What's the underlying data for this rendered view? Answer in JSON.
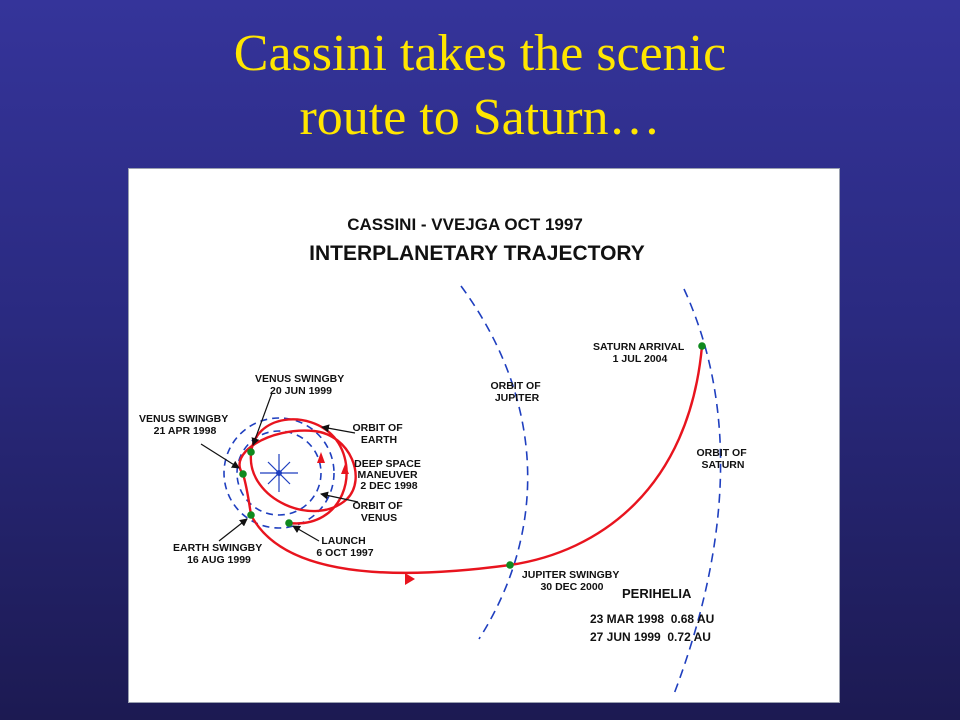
{
  "slide": {
    "title_line1": "Cassini takes the scenic",
    "title_line2": "route to Saturn…"
  },
  "diagram": {
    "heading1": "CASSINI - VVEJGA OCT 1997",
    "heading2": "INTERPLANETARY TRAJECTORY",
    "labels": {
      "saturn_arrival": [
        "SATURN ARRIVAL",
        "1 JUL 2004"
      ],
      "orbit_of_jupiter": [
        "ORBIT OF",
        "JUPITER"
      ],
      "orbit_of_saturn": [
        "ORBIT OF",
        "SATURN"
      ],
      "venus_swingby_2": [
        "VENUS SWINGBY",
        "20 JUN 1999"
      ],
      "venus_swingby_1": [
        "VENUS SWINGBY",
        "21 APR 1998"
      ],
      "orbit_of_earth": [
        "ORBIT OF",
        "EARTH"
      ],
      "deep_space_maneuver": [
        "DEEP SPACE",
        "MANEUVER",
        "2 DEC 1998"
      ],
      "orbit_of_venus": [
        "ORBIT OF",
        "VENUS"
      ],
      "launch": [
        "LAUNCH",
        "6 OCT 1997"
      ],
      "earth_swingby": [
        "EARTH SWINGBY",
        "16 AUG 1999"
      ],
      "jupiter_swingby": [
        "JUPITER SWINGBY",
        "30 DEC 2000"
      ]
    },
    "perihelia": {
      "title": "PERIHELIA",
      "rows": [
        "23 MAR 1998  0.68 AU",
        "27 JUN 1999  0.72 AU"
      ]
    },
    "colors": {
      "trajectory": "#e8141e",
      "orbits": "#1f3fbf",
      "events": "#0f8a1e",
      "text": "#111111"
    }
  }
}
